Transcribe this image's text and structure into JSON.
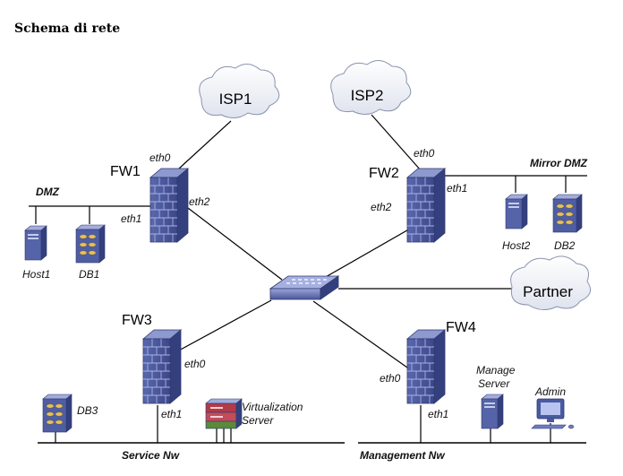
{
  "title": "Schema di rete",
  "clouds": {
    "isp1": "ISP1",
    "isp2": "ISP2",
    "partner": "Partner"
  },
  "firewalls": {
    "fw1": {
      "name": "FW1",
      "if_a": "eth0",
      "if_b": "eth2",
      "if_c": "eth1"
    },
    "fw2": {
      "name": "FW2",
      "if_a": "eth0",
      "if_b": "eth1",
      "if_c": "eth2"
    },
    "fw3": {
      "name": "FW3",
      "if_a": "eth0",
      "if_b": "eth1"
    },
    "fw4": {
      "name": "FW4",
      "if_a": "eth0",
      "if_b": "eth1"
    }
  },
  "networks": {
    "dmz": "DMZ",
    "mirror_dmz": "Mirror DMZ",
    "service_nw": "Service Nw",
    "management_nw": "Management Nw"
  },
  "hosts": {
    "host1": "Host1",
    "db1": "DB1",
    "host2": "Host2",
    "db2": "DB2",
    "db3": "DB3",
    "virt_line1": "Virtualization",
    "virt_line2": "Server",
    "manage_line1": "Manage",
    "manage_line2": "Server",
    "admin": "Admin"
  },
  "icons": [
    "cloud-icon",
    "firewall-icon",
    "switch-icon",
    "server-icon",
    "database-icon",
    "workstation-icon"
  ],
  "colors": {
    "device_blue": "#4a5aa0",
    "device_light": "#8f9ad0",
    "line": "#000000",
    "cloud_fill": "#f0f2f8"
  }
}
